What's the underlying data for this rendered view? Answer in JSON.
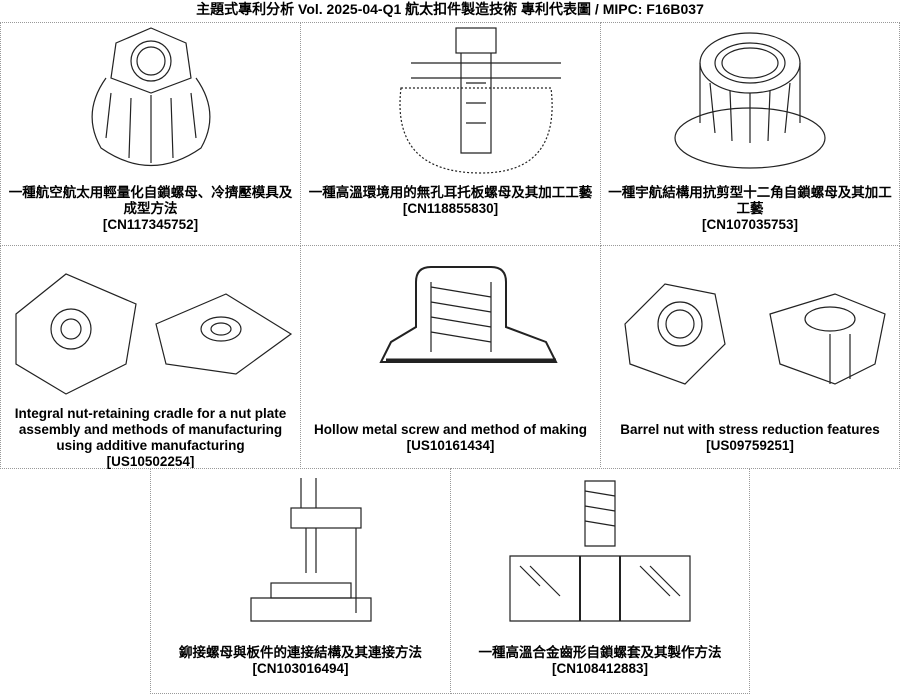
{
  "header": {
    "title": "主題式專利分析  Vol. 2025-04-Q1  航太扣件製造技術  專利代表圖  /  MIPC:  F16B037"
  },
  "patents": [
    {
      "title": "一種航空航太用輕量化自鎖螺母、冷擠壓模具及成型方法",
      "number": "[CN117345752]"
    },
    {
      "title": "一種高溫環境用的無孔耳托板螺母及其加工工藝",
      "number": "[CN118855830]"
    },
    {
      "title": "一種宇航結構用抗剪型十二角自鎖螺母及其加工工藝",
      "number": "[CN107035753]"
    },
    {
      "title": "Integral nut-retaining cradle for a nut plate assembly and methods of manufacturing using additive manufacturing",
      "number": "[US10502254]"
    },
    {
      "title": "Hollow metal screw and method of making",
      "number": "[US10161434]"
    },
    {
      "title": "Barrel nut with stress reduction features",
      "number": "[US09759251]"
    },
    {
      "title": "鉚接螺母與板件的連接結構及其連接方法",
      "number": "[CN103016494]"
    },
    {
      "title": "一種高溫合金齒形自鎖螺套及其製作方法",
      "number": "[CN108412883]"
    }
  ]
}
